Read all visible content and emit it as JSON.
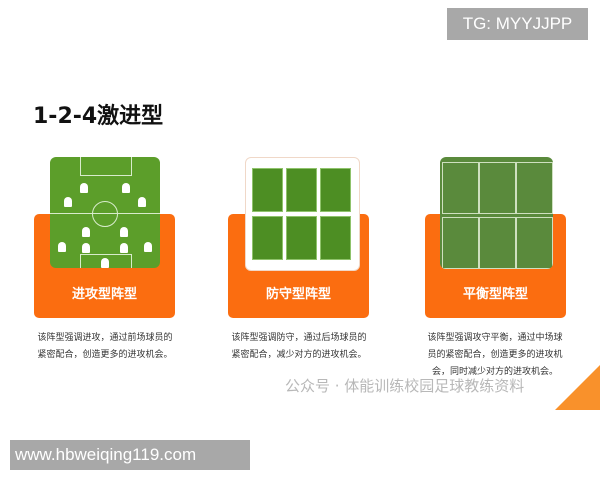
{
  "tg_label": "TG: MYYJJPP",
  "title": "1-2-4激进型",
  "cards": [
    {
      "label": "进攻型阵型",
      "description": "该阵型强调进攻，通过前场球员的紧密配合，创造更多的进攻机会。"
    },
    {
      "label": "防守型阵型",
      "description": "该阵型强调防守，通过后场球员的紧密配合，减少对方的进攻机会。"
    },
    {
      "label": "平衡型阵型",
      "description": "该阵型强调攻守平衡，通过中场球员的紧密配合，创造更多的进攻机会，同时减少对方的进攻机会。"
    }
  ],
  "watermark": "公众号 · 体能训练校园足球教练资料",
  "website": "www.hbweiqing119.com",
  "colors": {
    "accent": "#fb6d10",
    "pitch": "#5c9e2a",
    "badge": "#a8a8a8"
  }
}
